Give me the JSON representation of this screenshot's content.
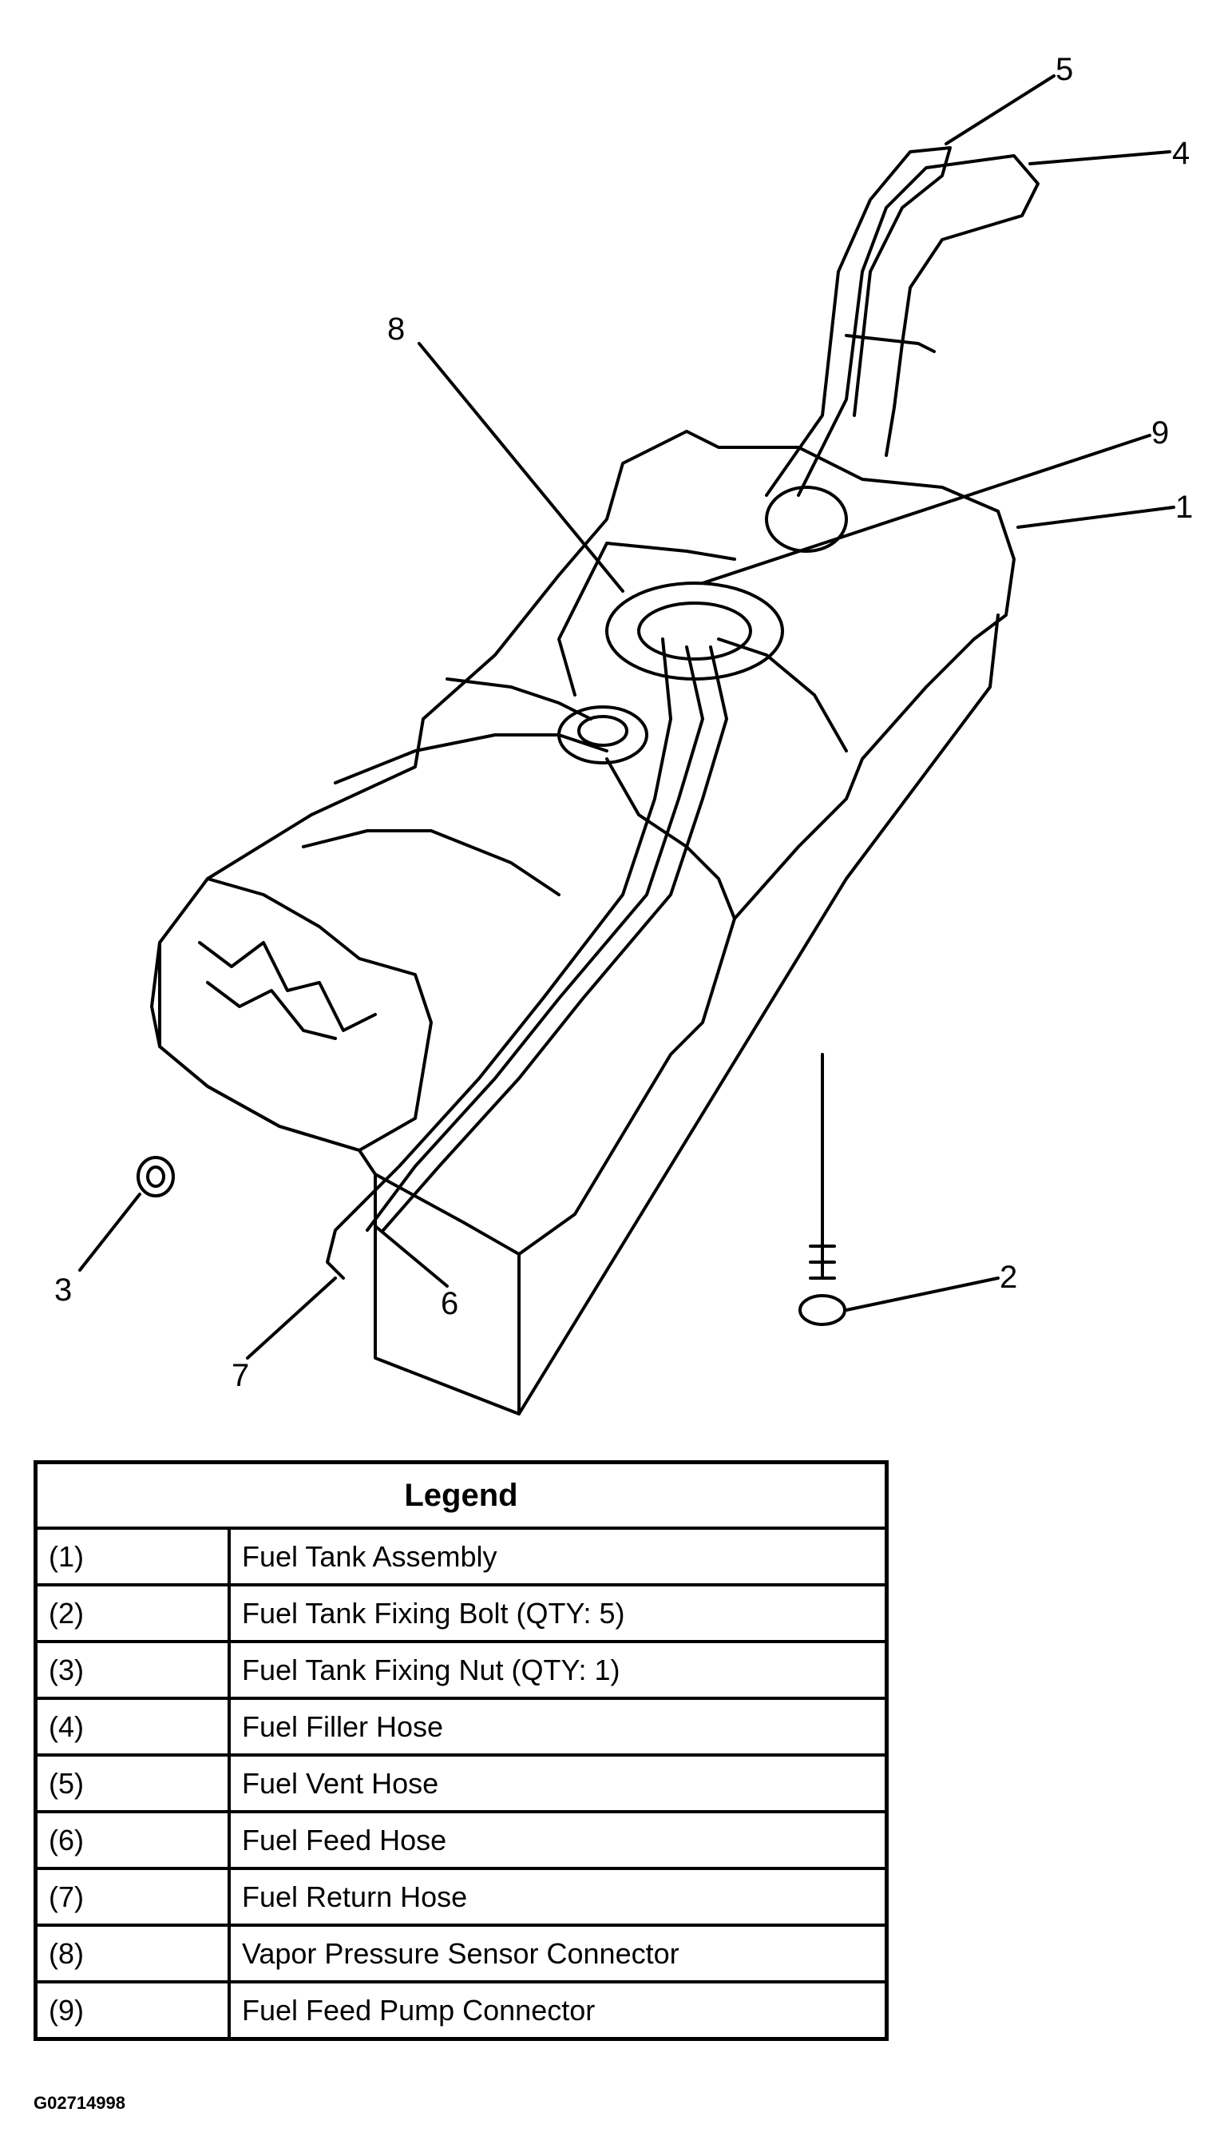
{
  "callouts": [
    "1",
    "2",
    "3",
    "4",
    "5",
    "6",
    "7",
    "8",
    "9"
  ],
  "legend": {
    "title": "Legend",
    "rows": [
      {
        "num": "(1)",
        "desc": "Fuel Tank Assembly"
      },
      {
        "num": "(2)",
        "desc": "Fuel Tank Fixing Bolt (QTY: 5)"
      },
      {
        "num": "(3)",
        "desc": "Fuel Tank Fixing Nut (QTY: 1)"
      },
      {
        "num": "(4)",
        "desc": "Fuel Filler Hose"
      },
      {
        "num": "(5)",
        "desc": "Fuel Vent Hose"
      },
      {
        "num": "(6)",
        "desc": "Fuel Feed Hose"
      },
      {
        "num": "(7)",
        "desc": "Fuel Return Hose"
      },
      {
        "num": "(8)",
        "desc": "Vapor Pressure Sensor Connector"
      },
      {
        "num": "(9)",
        "desc": "Fuel Feed Pump Connector"
      }
    ]
  },
  "figure_id": "G02714998"
}
